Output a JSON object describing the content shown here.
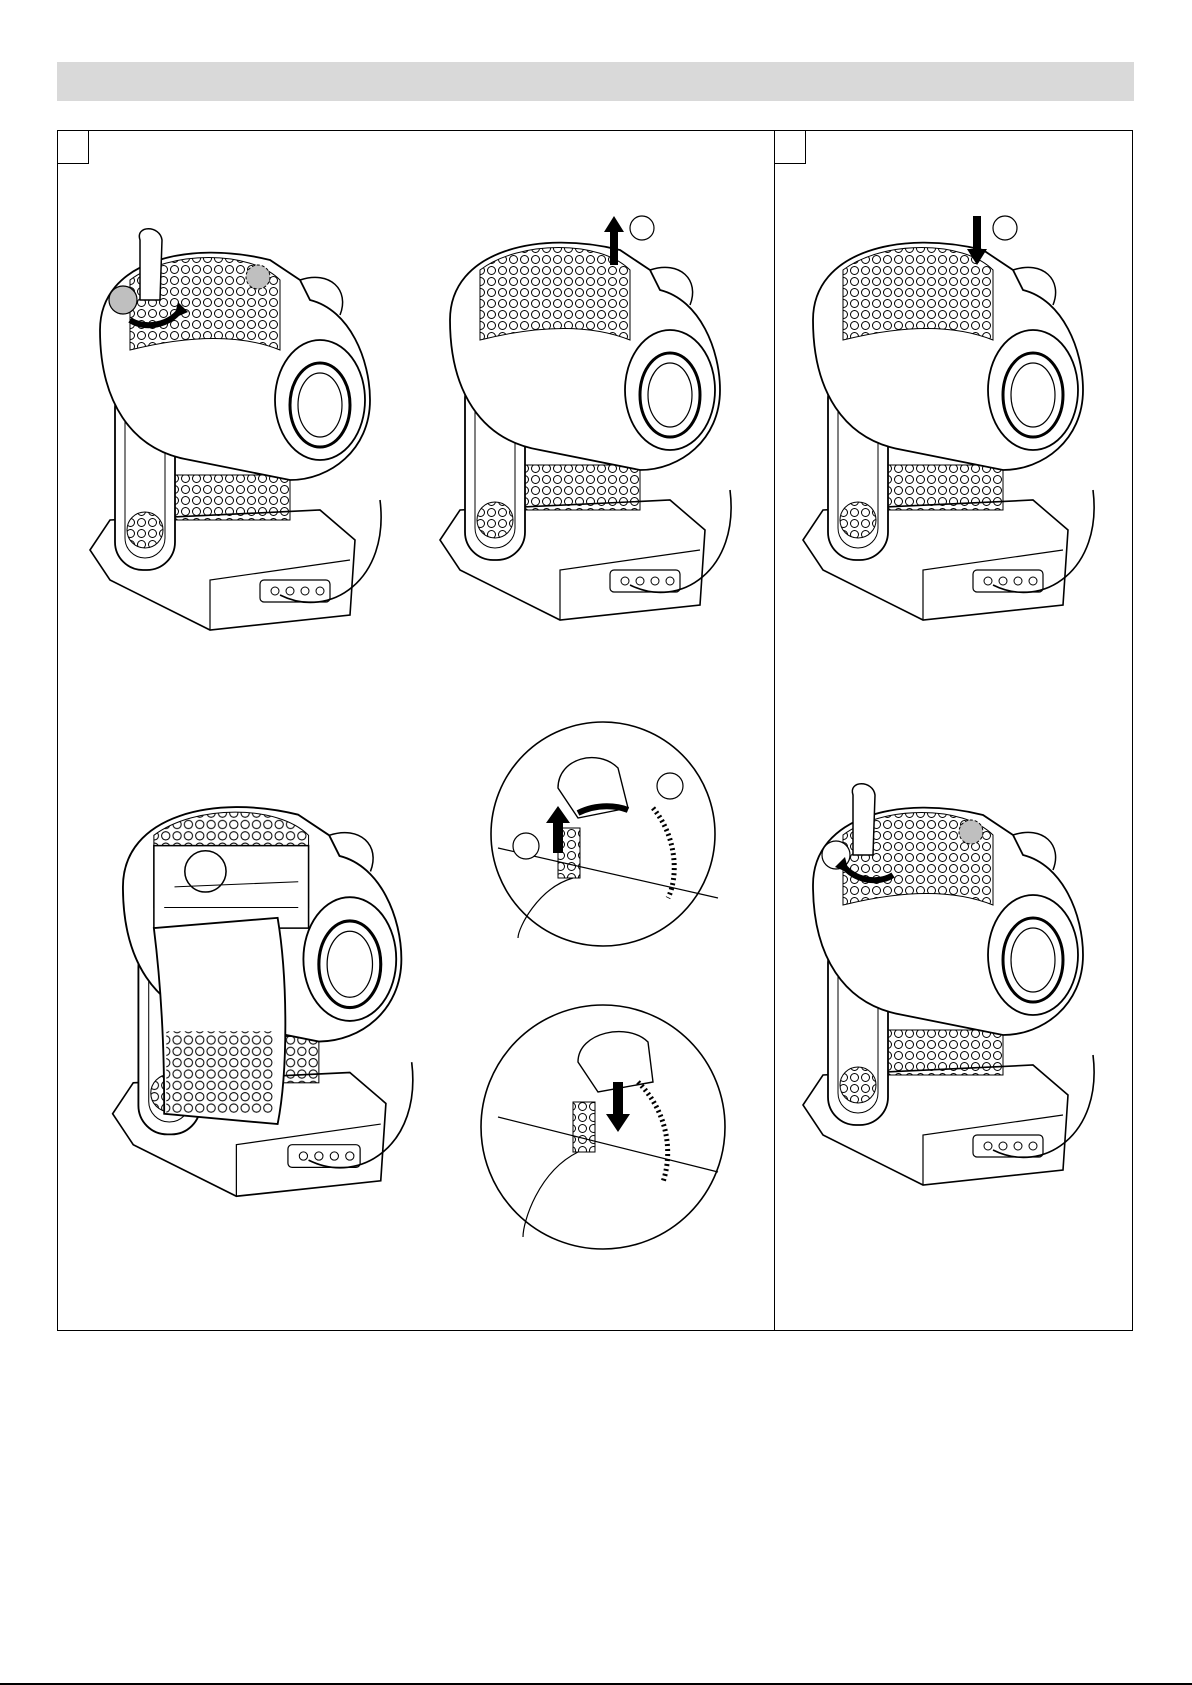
{
  "page": {
    "header_bar": "",
    "steps": [
      "",
      ""
    ]
  },
  "illustrations": [
    {
      "id": "fig-1",
      "icon": "moving-head-unscrew-icon"
    },
    {
      "id": "fig-2",
      "icon": "moving-head-lift-cover-icon"
    },
    {
      "id": "fig-3",
      "icon": "moving-head-lower-cover-icon"
    },
    {
      "id": "fig-4",
      "icon": "moving-head-open-icon"
    },
    {
      "id": "fig-5",
      "icon": "detail-pull-turn-pin-icon"
    },
    {
      "id": "fig-6",
      "icon": "detail-push-pin-icon"
    },
    {
      "id": "fig-7",
      "icon": "moving-head-screw-icon"
    }
  ],
  "colors": {
    "header_bar": "#d9d9d9",
    "line": "#000000",
    "callout_grey": "#bfbfbf"
  }
}
